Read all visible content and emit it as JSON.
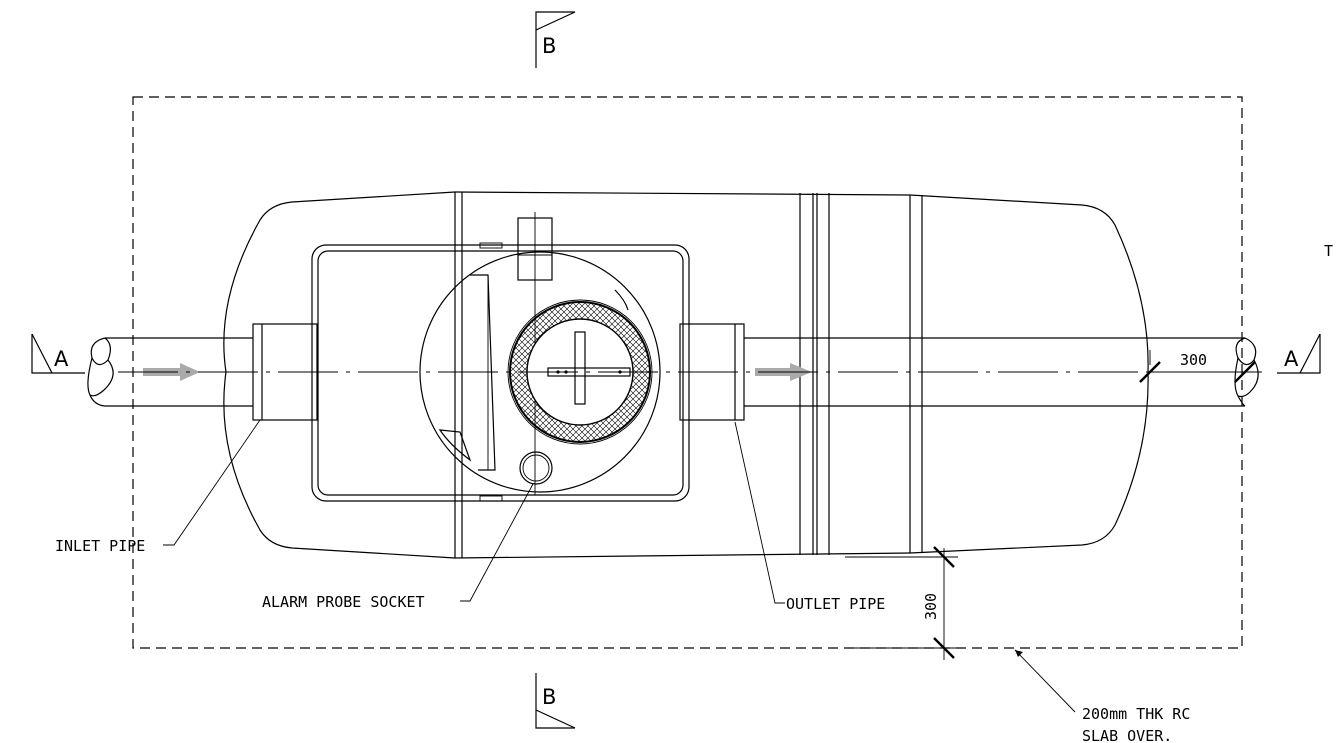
{
  "section_markers": {
    "top": "B",
    "bottom": "B",
    "left": "A",
    "right": "A"
  },
  "labels": {
    "inlet_pipe": "INLET PIPE",
    "alarm_probe_socket": "ALARM PROBE SOCKET",
    "outlet_pipe": "OUTLET PIPE",
    "slab_line1": "200mm THK RC",
    "slab_line2": "SLAB OVER.",
    "edge_fragment": "T"
  },
  "dimensions": {
    "horizontal": "300",
    "vertical": "300"
  }
}
